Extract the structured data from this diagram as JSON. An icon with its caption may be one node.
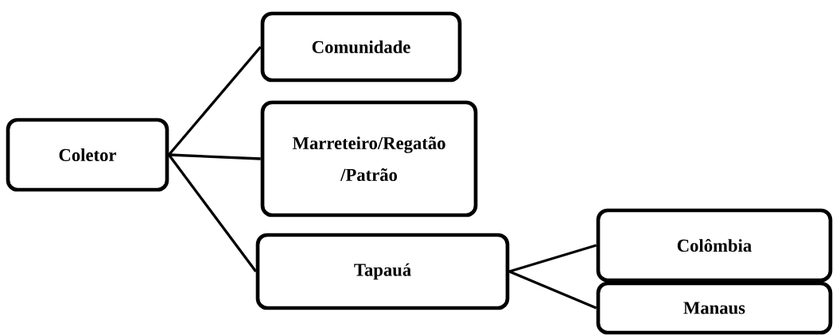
{
  "diagram": {
    "nodes": [
      {
        "text": [
          "Coletor"
        ]
      },
      {
        "text": [
          "Comunidade"
        ]
      },
      {
        "text": [
          "Marreteiro/Regatão /Patrão"
        ]
      },
      {
        "text": [
          "Tapauá"
        ]
      },
      {
        "text": [
          "Colômbia"
        ]
      },
      {
        "text": [
          "Manaus"
        ]
      }
    ],
    "edges": [
      {
        "from": 0,
        "to": 1,
        "arrow": "none"
      },
      {
        "from": 0,
        "to": 2,
        "arrow": "none"
      },
      {
        "from": 0,
        "to": 3,
        "arrow": "none"
      },
      {
        "from": 3,
        "to": 4,
        "arrow": "none"
      },
      {
        "from": 3,
        "to": 5,
        "arrow": "none"
      }
    ]
  }
}
